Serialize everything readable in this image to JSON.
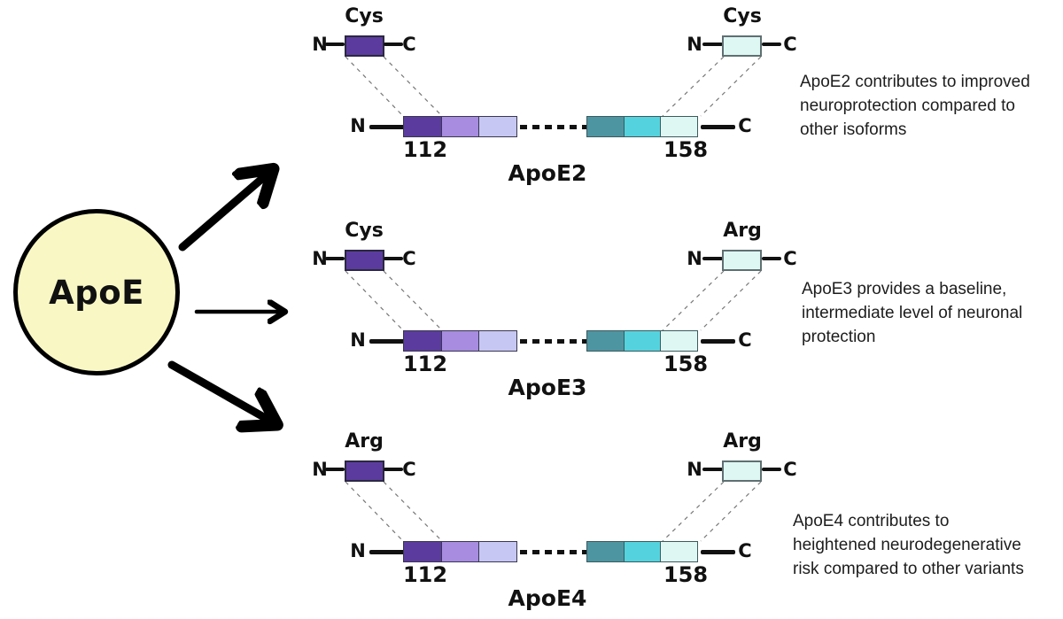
{
  "hub": {
    "label": "ApoE"
  },
  "labels": {
    "n": "N",
    "c": "C"
  },
  "palette": {
    "hub_fill": "#f9f8c5",
    "segments": [
      "#5b3c9e",
      "#a78ce0",
      "#c7c7f3",
      "#4e95a2",
      "#54d3de",
      "#def7f3"
    ],
    "line_color": "#111111",
    "connector_color": "#777777"
  },
  "isoforms": [
    {
      "name": "ApoE2",
      "left_residue": "Cys",
      "right_residue": "Cys",
      "left_position": "112",
      "right_position": "158",
      "description_lines": [
        "ApoE2 contributes to improved",
        "neuroprotection compared to",
        "other isoforms"
      ]
    },
    {
      "name": "ApoE3",
      "left_residue": "Cys",
      "right_residue": "Arg",
      "left_position": "112",
      "right_position": "158",
      "description_lines": [
        "ApoE3 provides a baseline,",
        "intermediate level of neuronal",
        "protection"
      ]
    },
    {
      "name": "ApoE4",
      "left_residue": "Arg",
      "right_residue": "Arg",
      "left_position": "112",
      "right_position": "158",
      "description_lines": [
        "ApoE4 contributes to",
        "heightened neurodegenerative",
        "risk compared to other variants"
      ]
    }
  ]
}
